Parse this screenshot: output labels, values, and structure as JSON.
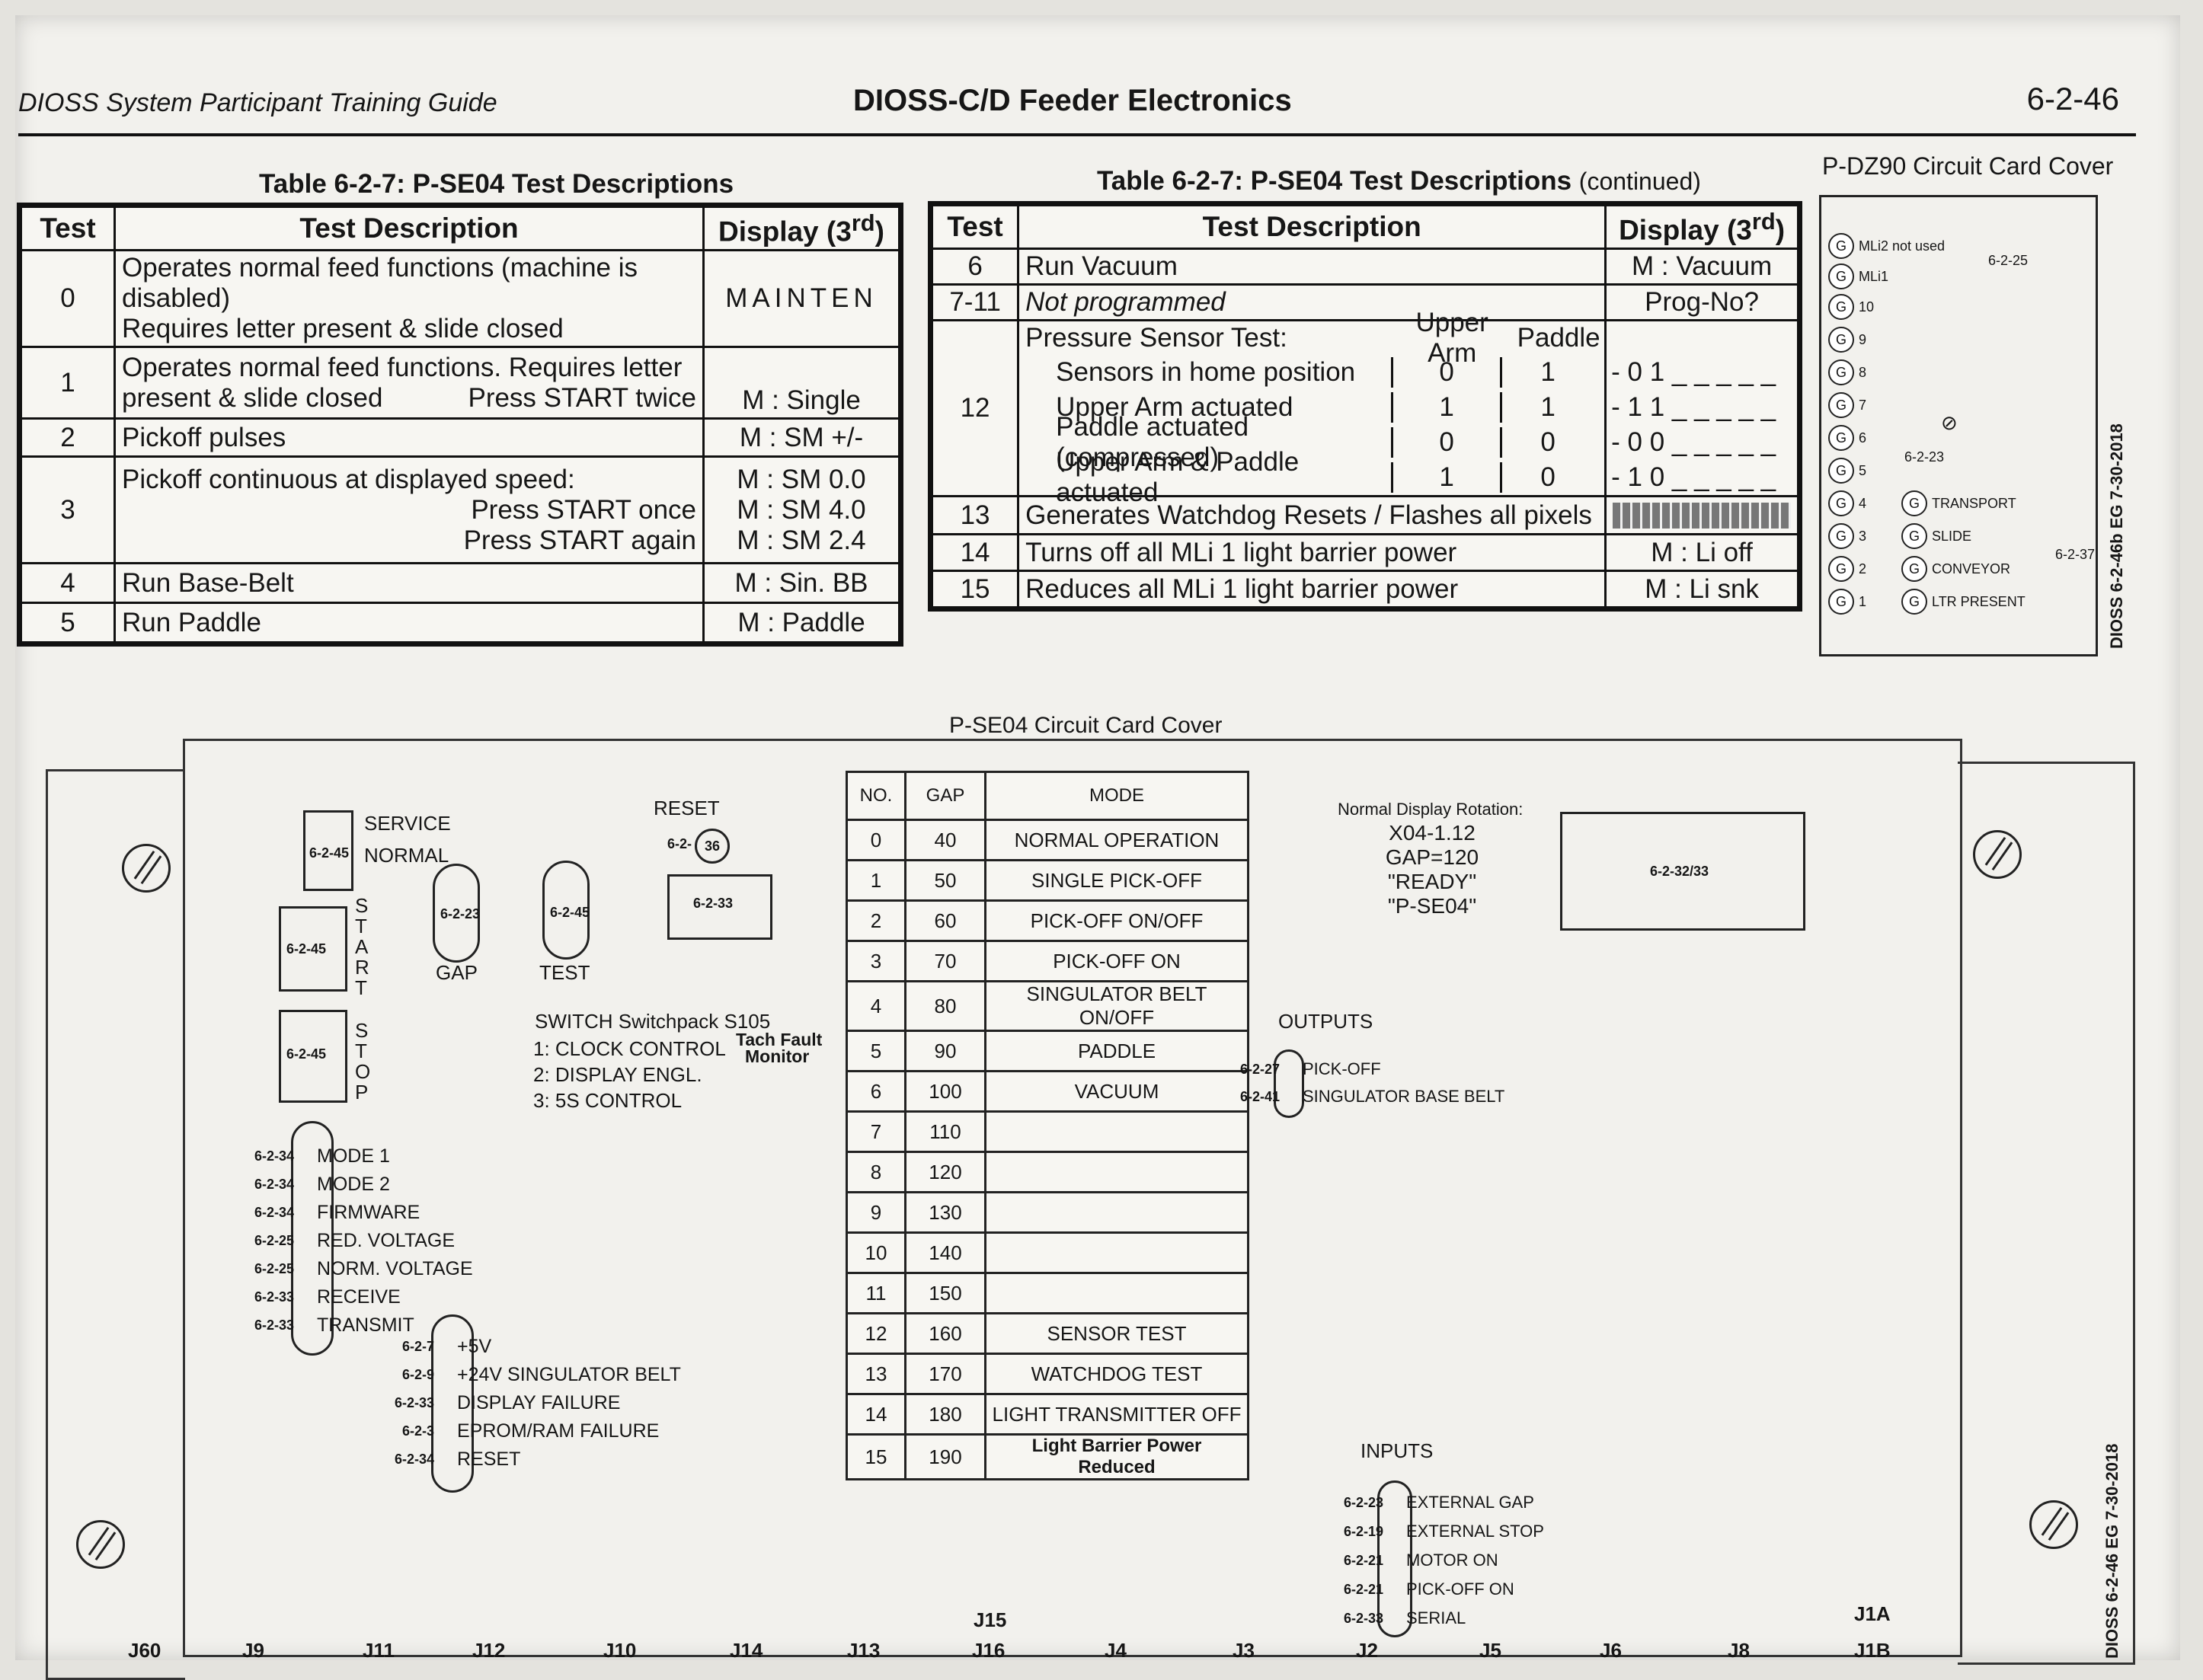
{
  "header": {
    "left": "DIOSS System Participant Training Guide",
    "center": "DIOSS-C/D Feeder Electronics",
    "page": "6-2-46"
  },
  "table_left": {
    "caption": "Table 6-2-7: P-SE04 Test Descriptions",
    "headers": [
      "Test",
      "Test Description",
      "Display (3rd)"
    ],
    "rows": [
      {
        "test": "0",
        "desc1": "Operates normal feed functions (machine is disabled)",
        "desc2": "Requires letter present & slide closed",
        "display": "MAINTEN"
      },
      {
        "test": "1",
        "desc1": "Operates normal feed functions.  Requires letter",
        "desc2": "present & slide closed",
        "desc2b": "Press START twice",
        "display": "M : Single"
      },
      {
        "test": "2",
        "desc1": "Pickoff pulses",
        "display": "M : SM +/-"
      },
      {
        "test": "3",
        "desc1": "Pickoff continuous at displayed speed:",
        "desc2": "Press START once",
        "desc3": "Press START again",
        "display1": "M : SM 0.0",
        "display2": "M : SM 4.0",
        "display3": "M : SM 2.4"
      },
      {
        "test": "4",
        "desc1": "Run Base-Belt",
        "display": "M : Sin. BB"
      },
      {
        "test": "5",
        "desc1": "Run Paddle",
        "display": "M : Paddle"
      }
    ]
  },
  "table_right": {
    "caption": "Table 6-2-7: P-SE04 Test Descriptions",
    "caption_cont": "(continued)",
    "headers": [
      "Test",
      "Test Description",
      "Display (3rd)"
    ],
    "row6": {
      "test": "6",
      "desc": "Run Vacuum",
      "display": "M : Vacuum"
    },
    "row711": {
      "test": "7-11",
      "desc": "Not programmed",
      "display": "Prog-No?"
    },
    "pressure": {
      "test": "12",
      "title": "Pressure Sensor Test:",
      "col_upper": "Upper Arm",
      "col_paddle": "Paddle",
      "lines": [
        {
          "label": "Sensors in home position",
          "upper": "0",
          "paddle": "1",
          "display": "- 0 1 _ _ _ _ _"
        },
        {
          "label": "Upper Arm actuated",
          "upper": "1",
          "paddle": "1",
          "display": "- 1 1 _ _ _ _ _"
        },
        {
          "label": "Paddle actuated (compressed)",
          "upper": "0",
          "paddle": "0",
          "display": "- 0 0 _ _ _ _ _"
        },
        {
          "label": "Upper Arm & Paddle actuated",
          "upper": "1",
          "paddle": "0",
          "display": "- 1 0 _ _ _ _ _"
        }
      ]
    },
    "row13": {
      "test": "13",
      "desc": "Generates Watchdog Resets  /  Flashes all pixels"
    },
    "row14": {
      "test": "14",
      "desc": "Turns off all MLi 1 light barrier power",
      "display": "M : Li  off"
    },
    "row15": {
      "test": "15",
      "desc": "Reduces all MLi 1 light barrier power",
      "display": "M : Li snk"
    }
  },
  "dz90": {
    "title": "P-DZ90 Circuit Card Cover",
    "top": [
      {
        "g": "G",
        "label": "MLi2  not used"
      },
      {
        "g": "G",
        "label": "MLi1"
      }
    ],
    "ref_top": "6-2-25",
    "nums": [
      "10",
      "9",
      "8",
      "7",
      "6",
      "5",
      "4",
      "3",
      "2",
      "1"
    ],
    "ref_mid": "6-2-23",
    "symbol": "⊘",
    "right": [
      "TRANSPORT",
      "SLIDE",
      "CONVEYOR",
      "LTR PRESENT"
    ],
    "ref_right": "6-2-37",
    "side": "DIOSS 6-2-46b EG 7-30-2018"
  },
  "se04": {
    "title": "P-SE04 Circuit Card Cover",
    "service": "SERVICE",
    "normal": "NORMAL",
    "ref645": "6-2-45",
    "ref645a": "6-2-45",
    "ref645b": "6-2-45",
    "start": "START",
    "stop": "STOP",
    "reset": "RESET",
    "reset_ref": "6-2-",
    "reset_num": "36",
    "gap_ref": "6-2-23",
    "gap": "GAP",
    "test_ref": "6-2-45",
    "test": "TEST",
    "box633": "6-2-33",
    "switch_title": "SWITCH Switchpack S105",
    "switch_items": [
      "1: CLOCK CONTROL",
      "2: DISPLAY ENGL.",
      "3: 5S CONTROL"
    ],
    "tach1": "Tach Fault",
    "tach2": "Monitor",
    "leds1": [
      {
        "ref": "6-2-34",
        "label": "MODE 1"
      },
      {
        "ref": "6-2-34",
        "label": "MODE 2"
      },
      {
        "ref": "6-2-34",
        "label": "FIRMWARE"
      },
      {
        "ref": "6-2-25",
        "label": "RED. VOLTAGE"
      },
      {
        "ref": "6-2-25",
        "label": "NORM. VOLTAGE"
      },
      {
        "ref": "6-2-33",
        "label": "RECEIVE"
      },
      {
        "ref": "6-2-33",
        "label": "TRANSMIT"
      }
    ],
    "leds2": [
      {
        "ref": "6-2-7",
        "label": "+5V"
      },
      {
        "ref": "6-2-9",
        "label": "+24V SINGULATOR BELT"
      },
      {
        "ref": "6-2-33",
        "label": "DISPLAY FAILURE"
      },
      {
        "ref": "6-2-3",
        "label": "EPROM/RAM FAILURE"
      },
      {
        "ref": "6-2-34",
        "label": "RESET"
      }
    ],
    "mode_headers": [
      "NO.",
      "GAP",
      "MODE"
    ],
    "mode_rows": [
      [
        "0",
        "40",
        "NORMAL OPERATION"
      ],
      [
        "1",
        "50",
        "SINGLE PICK-OFF"
      ],
      [
        "2",
        "60",
        "PICK-OFF ON/OFF"
      ],
      [
        "3",
        "70",
        "PICK-OFF ON"
      ],
      [
        "4",
        "80",
        "SINGULATOR BELT ON/OFF"
      ],
      [
        "5",
        "90",
        "PADDLE"
      ],
      [
        "6",
        "100",
        "VACUUM"
      ],
      [
        "7",
        "110",
        ""
      ],
      [
        "8",
        "120",
        ""
      ],
      [
        "9",
        "130",
        ""
      ],
      [
        "10",
        "140",
        ""
      ],
      [
        "11",
        "150",
        ""
      ],
      [
        "12",
        "160",
        "SENSOR TEST"
      ],
      [
        "13",
        "170",
        "WATCHDOG TEST"
      ],
      [
        "14",
        "180",
        "LIGHT TRANSMITTER OFF"
      ],
      [
        "15",
        "190",
        "Light Barrier Power Reduced"
      ]
    ],
    "rotation_title": "Normal Display Rotation:",
    "rotation": [
      "X04-1.12",
      "GAP=120",
      "\"READY\"",
      "\"P-SE04\""
    ],
    "display_ref": "6-2-32/33",
    "outputs": "OUTPUTS",
    "out_rows": [
      {
        "ref": "6-2-27",
        "label": "PICK-OFF"
      },
      {
        "ref": "6-2-41",
        "label": "SINGULATOR BASE BELT"
      }
    ],
    "inputs": "INPUTS",
    "in_rows": [
      {
        "ref": "6-2-23",
        "label": "EXTERNAL GAP"
      },
      {
        "ref": "6-2-19",
        "label": "EXTERNAL STOP"
      },
      {
        "ref": "6-2-21",
        "label": "MOTOR ON"
      },
      {
        "ref": "6-2-21",
        "label": "PICK-OFF ON"
      },
      {
        "ref": "6-2-33",
        "label": "SERIAL"
      }
    ],
    "connectors": [
      "J60",
      "J9",
      "J11",
      "J12",
      "J10",
      "J14",
      "J13",
      "J16",
      "J4",
      "J3",
      "J2",
      "J5",
      "J6",
      "J8",
      "J1B"
    ],
    "j15": "J15",
    "j1a": "J1A",
    "side": "DIOSS 6-2-46 EG 7-30-2018"
  }
}
